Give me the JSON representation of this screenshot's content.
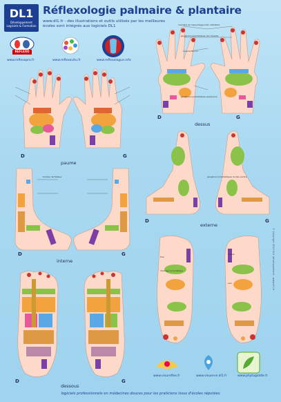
{
  "header": {
    "logo_text": "DL1",
    "logo_subtext": "Développement Logiciels & Formation",
    "title": "Réflexologie palmaire & plantaire",
    "subtitle": "www.dl1.fr - des illustrations et outils utilisés par les meilleures écoles sont intégrés aux logiciels DL1"
  },
  "partners": {
    "badge1": "REFLEXO",
    "url1": "www.reflexopro.fr",
    "url2": "www.reflexovitu.fr",
    "url3": "www.reflexologue.info"
  },
  "views": {
    "paume": "paume",
    "dessus": "dessus",
    "externe": "externe",
    "interne": "interne",
    "dessous": "dessous"
  },
  "sides": {
    "left": "D",
    "right": "G"
  },
  "annotations": {
    "a1": "mamelle de l'œsophage/côlon défaillant",
    "a2": "ganglions lymphatiques de l'aisselle",
    "a3": "ganglions lymphatiques supérieurs",
    "a4": "muscle du cou",
    "a5": "trompe de Fallope",
    "a6": "ganglions lymphatiques du bas ventre",
    "a7": "drainage lymphatique",
    "a8": "vessie",
    "a9": "rein",
    "a10": "foie"
  },
  "bottom_logos": {
    "url1": "www.visureflex.fr",
    "url2": "www.visuerve.dl1.fr",
    "url3": "www.phytogiddle.fr"
  },
  "footer": "logiciels professionnels en médecines douces pour les praticiens issus d'écoles réputées",
  "copyright": "© Copyright 2010 DL1 développement - www.dl1.fr"
}
